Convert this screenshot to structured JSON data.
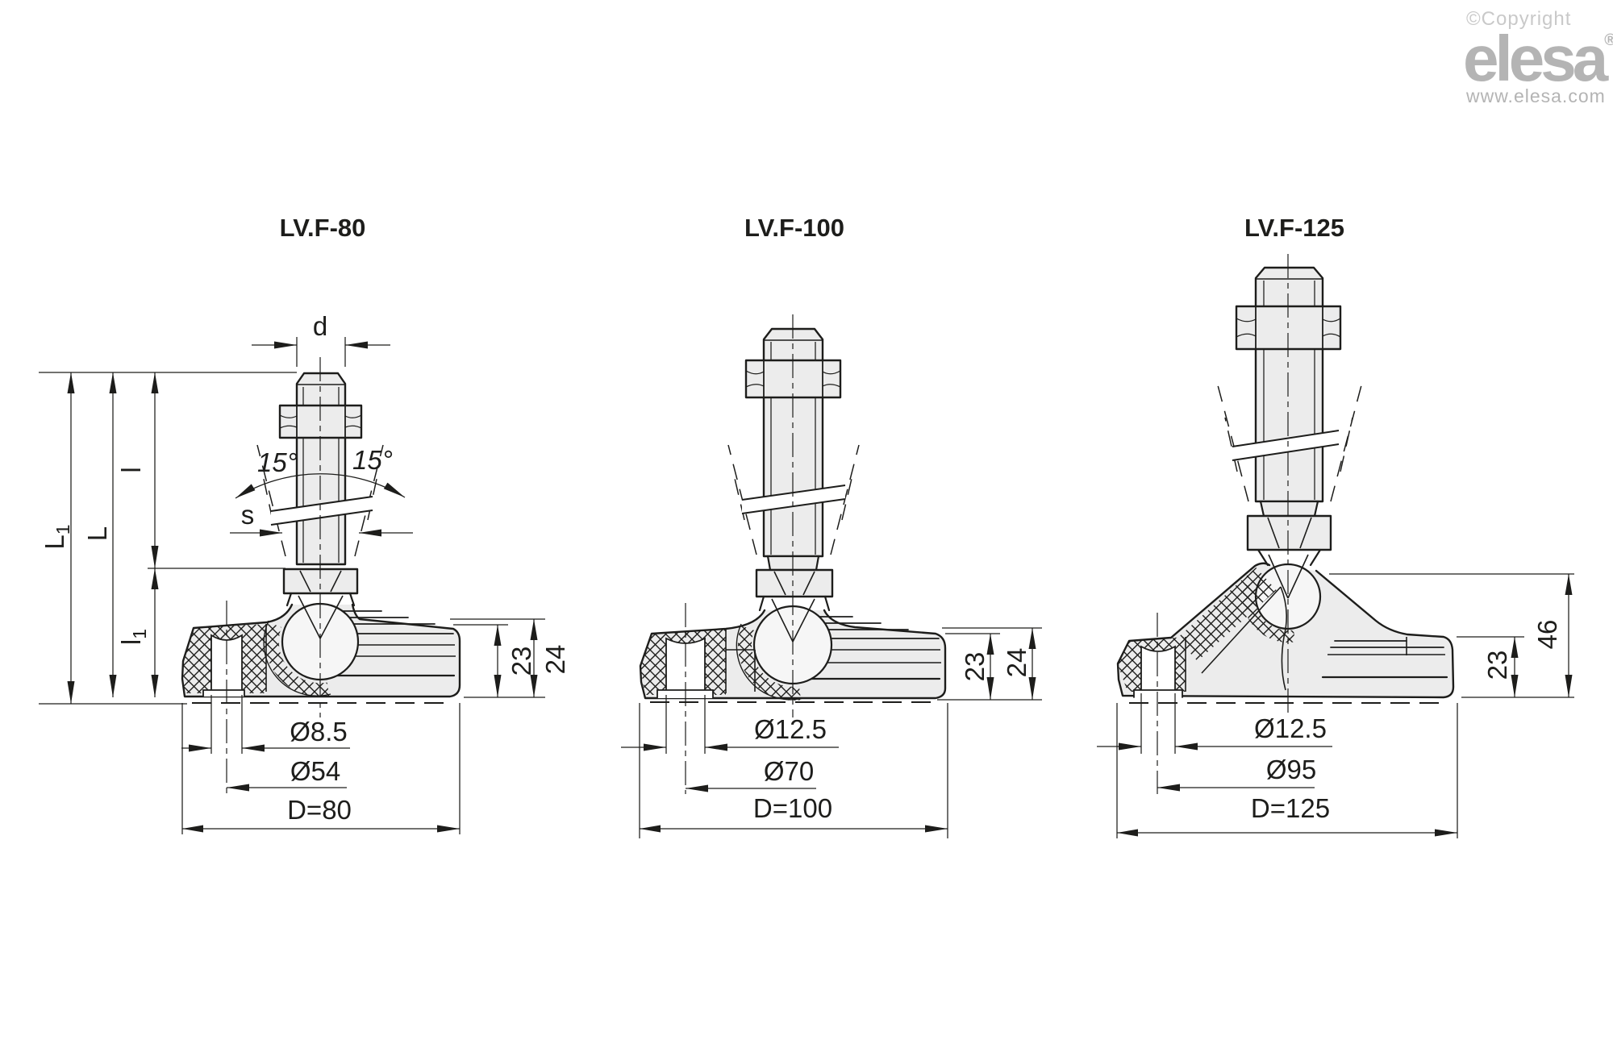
{
  "branding": {
    "copyright": "©Copyright",
    "logo_text": "elesa",
    "registered_mark": "®",
    "website": "www.elesa.com"
  },
  "colors": {
    "line": "#1d1d1b",
    "part_fill": "#ececec",
    "ball_fill": "#f6f6f6",
    "background": "#ffffff",
    "logo_gray": "#b4b4b4",
    "logo_light_gray": "#c9c9c9"
  },
  "figures": [
    {
      "id": "LV.F-80",
      "title": "LV.F-80",
      "dims": {
        "thread": "d",
        "tilt_left": "15°",
        "tilt_right": "15°",
        "wrench_flat": "s",
        "L1_base": "L",
        "L1_sub": "1",
        "L": "L",
        "l": "l",
        "l1_base": "l",
        "l1_sub": "1",
        "height_body": "23",
        "height_with_pad": "24",
        "hole_dia": "Ø8.5",
        "bolt_circle": "Ø54",
        "base_dia": "D=80"
      }
    },
    {
      "id": "LV.F-100",
      "title": "LV.F-100",
      "dims": {
        "height_body": "23",
        "height_with_pad": "24",
        "hole_dia": "Ø12.5",
        "bolt_circle": "Ø70",
        "base_dia": "D=100"
      }
    },
    {
      "id": "LV.F-125",
      "title": "LV.F-125",
      "dims": {
        "height_body": "23",
        "height_total": "46",
        "hole_dia": "Ø12.5",
        "bolt_circle": "Ø95",
        "base_dia": "D=125"
      }
    }
  ]
}
